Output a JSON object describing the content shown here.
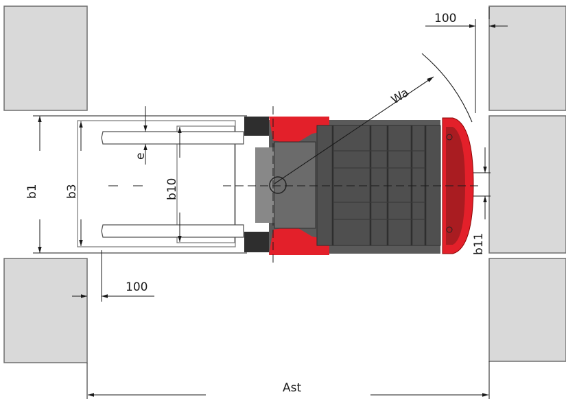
{
  "dimensions": {
    "clearance_top": "100",
    "clearance_bottom": "100",
    "wa": "Wa",
    "b1": "b1",
    "b3": "b3",
    "b10": "b10",
    "e": "e",
    "b11": "b11",
    "ast": "Ast"
  },
  "colors": {
    "rack": "#d9d9d9",
    "rack_border": "#6e6e6e",
    "truck_body": "#5a5a5a",
    "truck_dark": "#2e2e2e",
    "truck_red": "#e3202a",
    "dim_line": "#1a1a1a",
    "pallet": "#888888"
  }
}
